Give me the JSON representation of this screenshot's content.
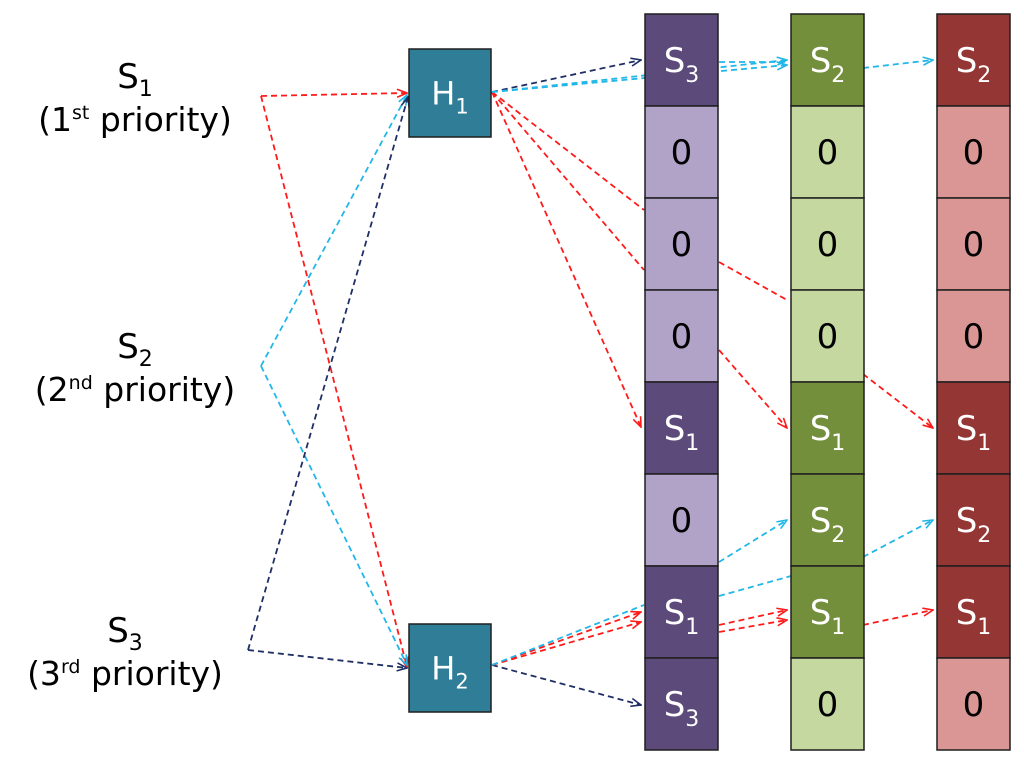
{
  "sources": [
    {
      "id": "S1",
      "base": "S",
      "sub": "1",
      "priority_num": "1",
      "priority_sup": "st",
      "priority_text": " priority)"
    },
    {
      "id": "S2",
      "base": "S",
      "sub": "2",
      "priority_num": "2",
      "priority_sup": "nd",
      "priority_text": " priority)"
    },
    {
      "id": "S3",
      "base": "S",
      "sub": "3",
      "priority_num": "3",
      "priority_sup": "rd",
      "priority_text": " priority)"
    }
  ],
  "hubs": [
    {
      "id": "H1",
      "base": "H",
      "sub": "1"
    },
    {
      "id": "H2",
      "base": "H",
      "sub": "2"
    }
  ],
  "columns": [
    {
      "cells": [
        "S3",
        "0",
        "0",
        "0",
        "S1",
        "0",
        "S1",
        "S3"
      ]
    },
    {
      "cells": [
        "S2",
        "0",
        "0",
        "0",
        "S1",
        "S2",
        "S1",
        "0"
      ]
    },
    {
      "cells": [
        "S2",
        "0",
        "0",
        "0",
        "S1",
        "S2",
        "S1",
        "0"
      ]
    }
  ],
  "colors": {
    "hub": "#2f7d96",
    "col1_dark": "#5c4a7a",
    "col1_light": "#b1a2c8",
    "col2_dark": "#748f3b",
    "col2_light": "#c5d8a0",
    "col3_dark": "#933634",
    "col3_light": "#da9694",
    "arrow_red": "#ff1a1a",
    "arrow_cyan": "#21b7e8",
    "arrow_navy": "#1f2f66"
  }
}
